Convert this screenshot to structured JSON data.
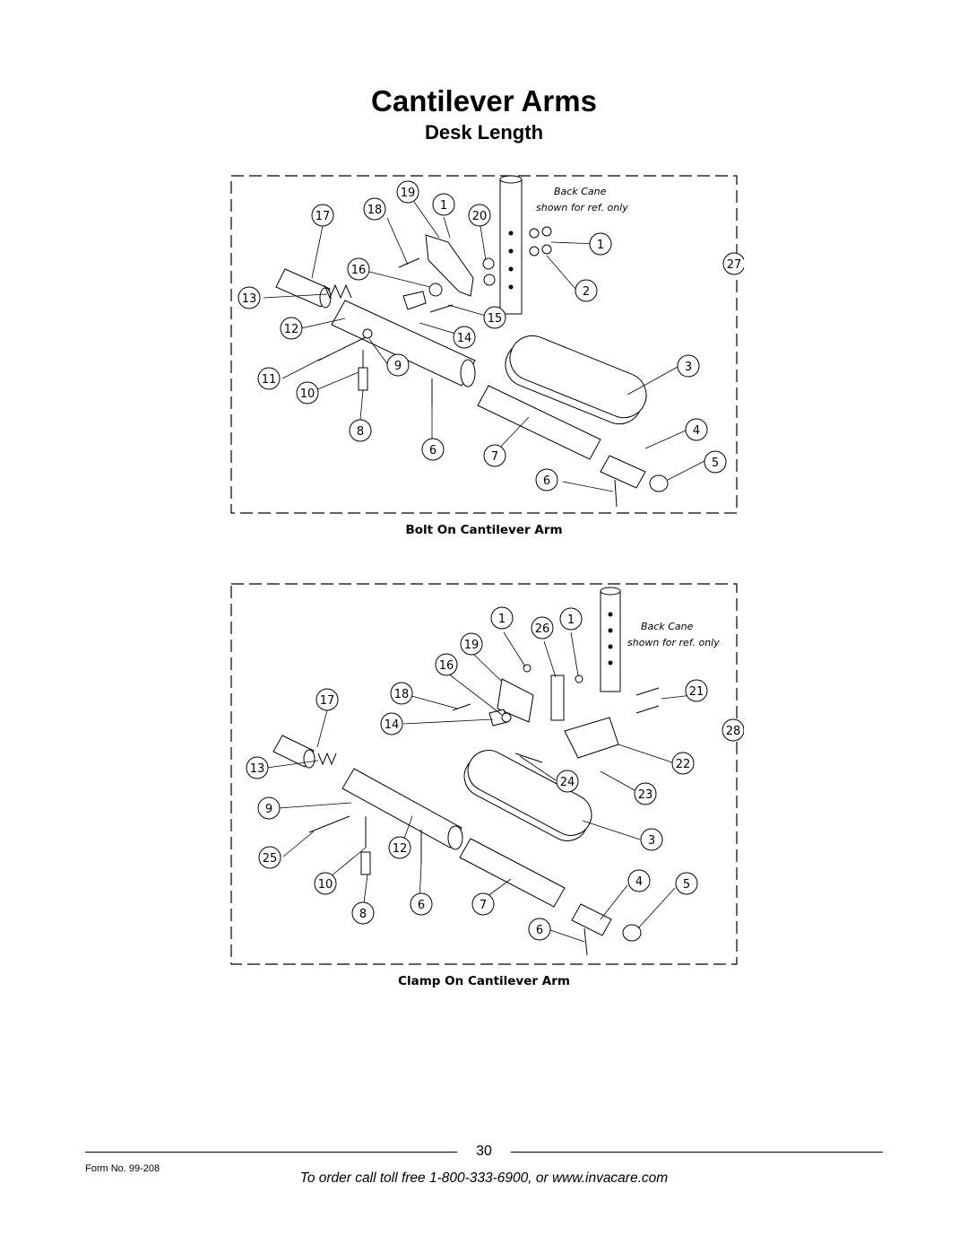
{
  "page": {
    "title": "Cantilever Arms",
    "subtitle": "Desk Length"
  },
  "diagrams": [
    {
      "caption": "Bolt On Cantilever Arm",
      "reference_note": [
        "Back Cane",
        "shown for ref. only"
      ],
      "callouts": [
        "19",
        "17",
        "18",
        "1",
        "20",
        "1",
        "2",
        "27",
        "16",
        "13",
        "15",
        "12",
        "14",
        "11",
        "9",
        "3",
        "10",
        "4",
        "8",
        "6",
        "7",
        "5",
        "6"
      ]
    },
    {
      "caption": "Clamp On Cantilever Arm",
      "reference_note": [
        "Back Cane",
        "shown for ref. only"
      ],
      "callouts": [
        "1",
        "26",
        "1",
        "19",
        "16",
        "17",
        "18",
        "21",
        "14",
        "28",
        "13",
        "22",
        "24",
        "23",
        "9",
        "3",
        "25",
        "12",
        "10",
        "4",
        "5",
        "6",
        "7",
        "8",
        "6"
      ]
    }
  ],
  "footer": {
    "page_number": "30",
    "form_number": "Form No. 99-208",
    "order_text": "To order call toll free 1-800-333-6900, or www.invacare.com"
  }
}
